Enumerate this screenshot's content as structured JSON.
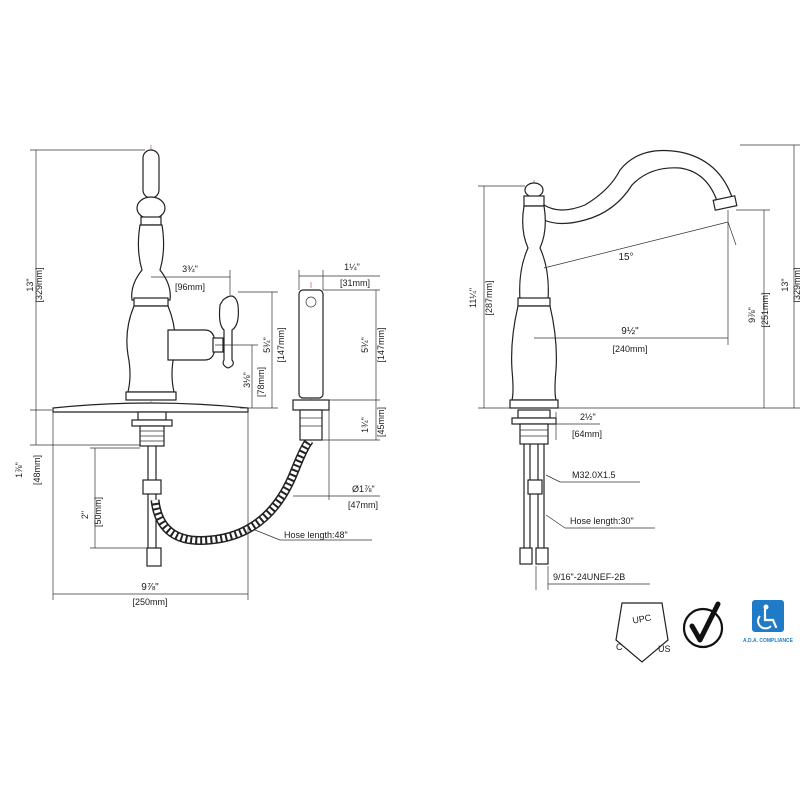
{
  "dims": {
    "total_height_in": "13\"",
    "total_height_mm": "[329mm]",
    "handle_reach_in": "3¾\"",
    "handle_reach_mm": "[96mm]",
    "handle_height_in": "5¾\"",
    "handle_height_mm": "[147mm]",
    "handle_base_in": "3⅛\"",
    "handle_base_mm": "[78mm]",
    "below_deck_in": "1⅞\"",
    "below_deck_mm": "[48mm]",
    "shank_in": "2\"",
    "shank_mm": "[50mm]",
    "plate_width_in": "9⅞\"",
    "plate_width_mm": "[250mm]",
    "sprayer_width_in": "1¼\"",
    "sprayer_width_mm": "[31mm]",
    "sprayer_height_in": "5¾\"",
    "sprayer_height_mm": "[147mm]",
    "sprayer_base_in": "1¾\"",
    "sprayer_base_mm": "[45mm]",
    "sprayer_dia_in": "Ø1⅞\"",
    "sprayer_dia_mm": "[47mm]",
    "hose_length_spray": "Hose length:48\"",
    "spout_height_in": "11¼\"",
    "spout_height_mm": "[287mm]",
    "swivel_angle": "15°",
    "spout_reach_in": "9½\"",
    "spout_reach_mm": "[240mm]",
    "spout_clear_in": "9⅞\"",
    "spout_clear_mm": "[251mm]",
    "side_total_in": "13\"",
    "side_total_mm": "[329mm]",
    "side_base_in": "2½\"",
    "side_base_mm": "[64mm]",
    "thread": "M32.0X1.5",
    "hose_length_supply": "Hose length:30\"",
    "connector": "9/16\"-24UNEF-2B"
  },
  "logos": {
    "upc_top": "UPC",
    "upc_c": "C",
    "upc_us": "US",
    "ada": "A.D.A. COMPLIANCE"
  }
}
